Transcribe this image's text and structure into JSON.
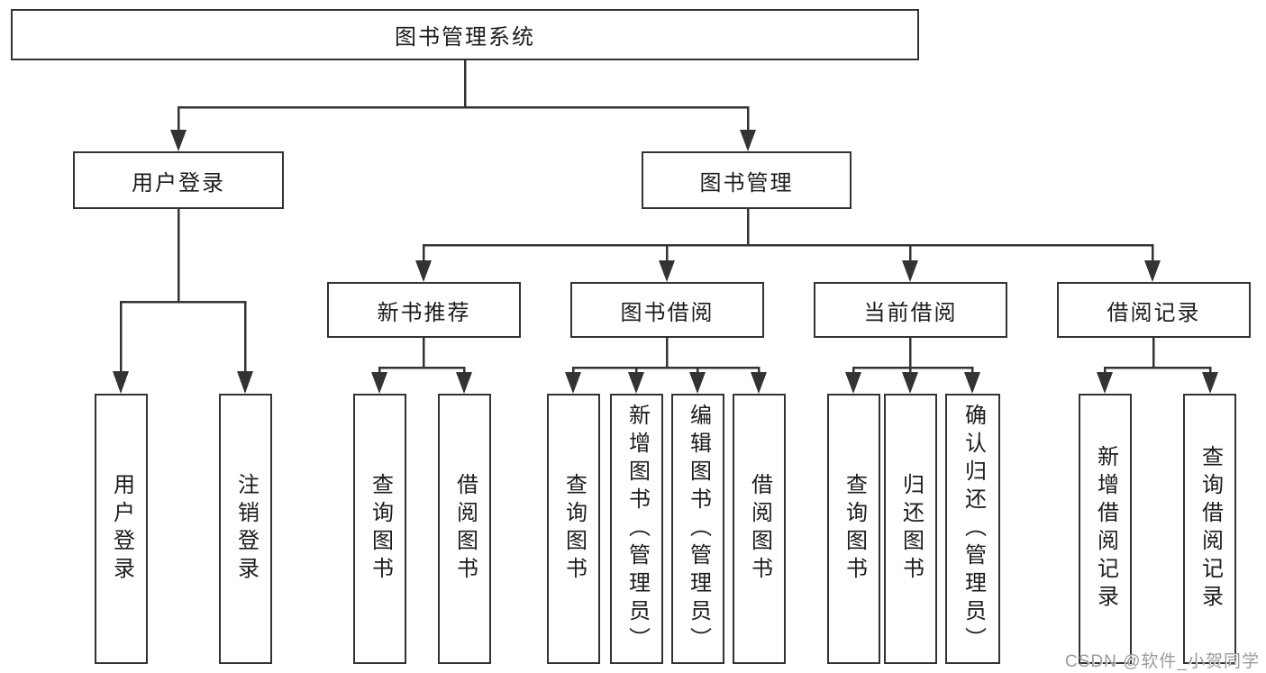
{
  "colors": {
    "line": "#333333",
    "text": "#1c1c1c",
    "watermark": "#9b9b9b",
    "background": "#ffffff"
  },
  "nodes": {
    "root": "图书管理系统",
    "user_login": "用户登录",
    "book_management": "图书管理",
    "new_book_recommend": "新书推荐",
    "book_borrow": "图书借阅",
    "current_borrow": "当前借阅",
    "borrow_records": "借阅记录",
    "leaf_user_login": "用户登录",
    "leaf_logout": "注销登录",
    "leaf_query_book_1": "查询图书",
    "leaf_borrow_book_1": "借阅图书",
    "leaf_query_book_2": "查询图书",
    "leaf_add_book_admin": "新增图书（管理员）",
    "leaf_edit_book_admin": "编辑图书（管理员）",
    "leaf_borrow_book_2": "借阅图书",
    "leaf_query_book_3": "查询图书",
    "leaf_return_book": "归还图书",
    "leaf_confirm_return_admin": "确认归还（管理员）",
    "leaf_add_borrow_record": "新增借阅记录",
    "leaf_query_borrow_record": "查询借阅记录"
  },
  "watermark": "CSDN @软件_小贺同学"
}
